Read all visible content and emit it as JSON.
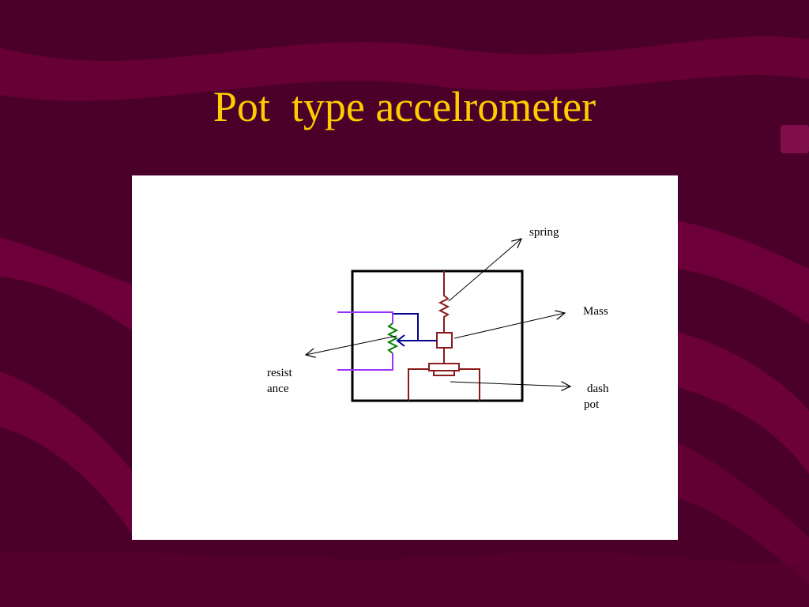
{
  "slide": {
    "title": "Pot  type accelrometer"
  },
  "diagram": {
    "labels": {
      "spring": "spring",
      "mass": "Mass",
      "resistance_line1": "resist",
      "resistance_line2": "ance",
      "dashpot_line1": "dash",
      "dashpot_line2": "pot"
    }
  },
  "colors": {
    "background": "#4a0028",
    "background_band": "#7a0040",
    "title": "#ffcc00",
    "frame": "#000000",
    "spring": "#8b1a1a",
    "mass": "#8b1a1a",
    "dashpot": "#8b1a1a",
    "wiper": "#00008b",
    "resistor": "#008000",
    "terminals": "#9933ff",
    "arrows": "#000000"
  }
}
